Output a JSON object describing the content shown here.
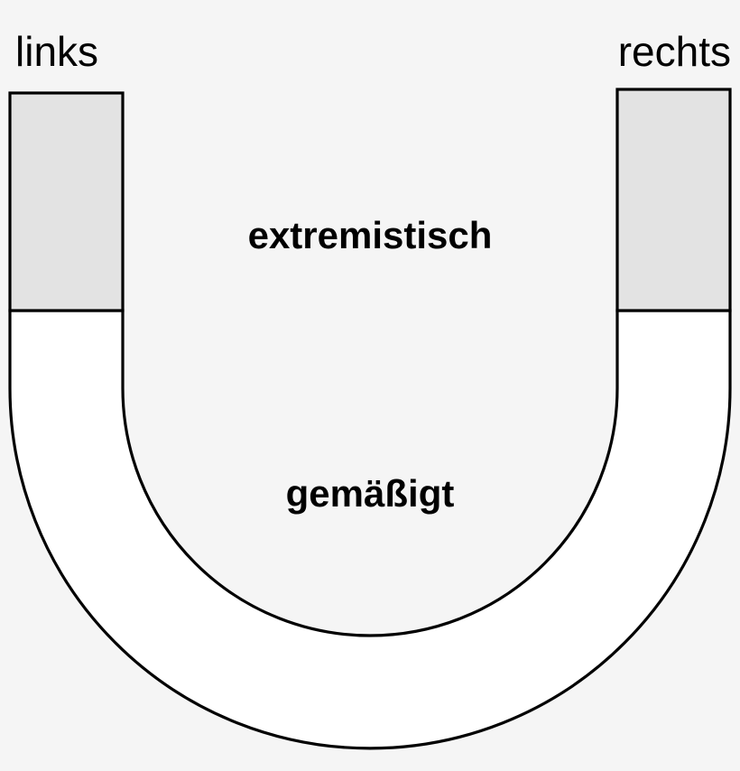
{
  "diagram": {
    "type": "horseshoe-theory-diagram",
    "background_color": "#f5f5f5",
    "stroke_color": "#000000",
    "poles": [
      {
        "id": "left",
        "label": "links"
      },
      {
        "id": "right",
        "label": "rechts"
      }
    ],
    "zones": [
      {
        "id": "extremist",
        "label": "extremistisch",
        "fill_color": "#e3e3e3"
      },
      {
        "id": "moderate",
        "label": "gemäßigt",
        "fill_color": "#ffffff"
      }
    ]
  }
}
